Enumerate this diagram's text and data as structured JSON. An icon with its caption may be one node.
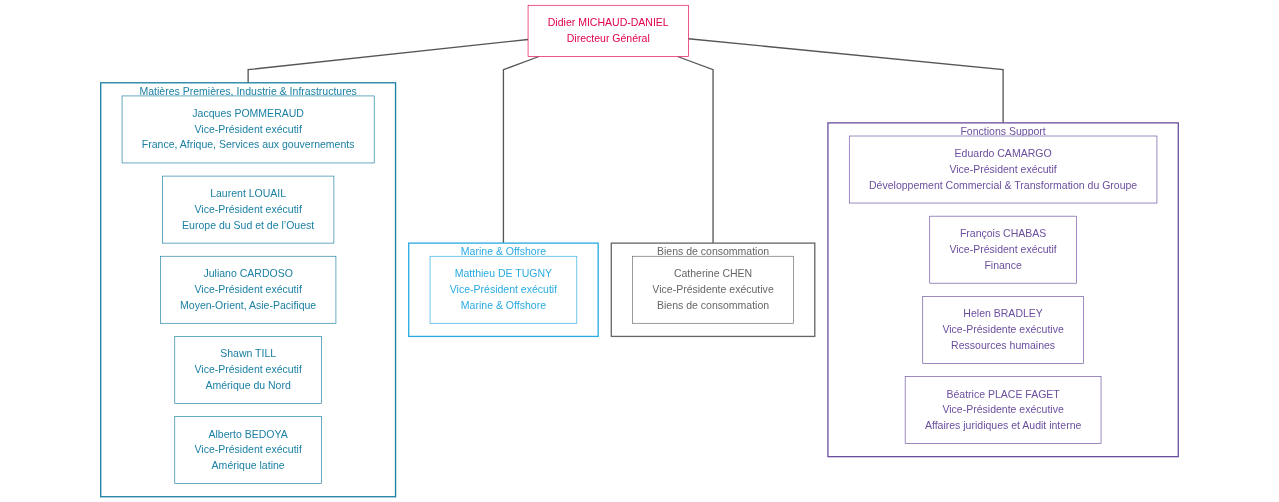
{
  "diagram": {
    "nodes": [
      {
        "text": [
          "Didier MICHAUD-DANIEL",
          "Directeur Général"
        ]
      },
      {
        "text": [
          "Matières Premières, Industrie & Infrastructures"
        ]
      },
      {
        "text": [
          "Jacques POMMERAUD",
          "Vice-Président exécutif",
          "France, Afrique, Services aux gouvernements"
        ],
        "in": 1
      },
      {
        "text": [
          "Laurent LOUAIL",
          "Vice-Président exécutif",
          "Europe du Sud et de l’Ouest"
        ],
        "in": 1
      },
      {
        "text": [
          "Juliano CARDOSO",
          "Vice-Président exécutif",
          "Moyen-Orient, Asie-Pacifique"
        ],
        "in": 1
      },
      {
        "text": [
          "Shawn TILL",
          "Vice-Président exécutif",
          "Amérique du Nord"
        ],
        "in": 1
      },
      {
        "text": [
          "Alberto BEDOYA",
          "Vice-Président exécutif",
          "Amérique latine"
        ],
        "in": 1
      },
      {
        "text": [
          "Marine & Offshore"
        ]
      },
      {
        "text": [
          "Matthieu DE TUGNY",
          "Vice-Président exécutif",
          "Marine & Offshore"
        ],
        "in": 7
      },
      {
        "text": [
          "Biens de consommation"
        ]
      },
      {
        "text": [
          "Catherine CHEN",
          "Vice-Présidente exécutive",
          "Biens de consommation"
        ],
        "in": 9
      },
      {
        "text": [
          "Fonctions Support"
        ]
      },
      {
        "text": [
          "Eduardo CAMARGO",
          "Vice-Président exécutif",
          "Développement Commercial & Transformation du Groupe"
        ],
        "in": 11
      },
      {
        "text": [
          "François CHABAS",
          "Vice-Président exécutif",
          "Finance"
        ],
        "in": 11
      },
      {
        "text": [
          "Helen BRADLEY",
          "Vice-Présidente exécutive",
          "Ressources humaines"
        ],
        "in": 11
      },
      {
        "text": [
          "Béatrice PLACE FAGET",
          "Vice-Présidente exécutive",
          "Affaires juridiques et Audit interne"
        ],
        "in": 11
      }
    ],
    "edges": [
      {
        "from": 0,
        "to": 1,
        "arrow": "none"
      },
      {
        "from": 0,
        "to": 7,
        "arrow": "none"
      },
      {
        "from": 0,
        "to": 9,
        "arrow": "none"
      },
      {
        "from": 0,
        "to": 11,
        "arrow": "none"
      }
    ]
  }
}
